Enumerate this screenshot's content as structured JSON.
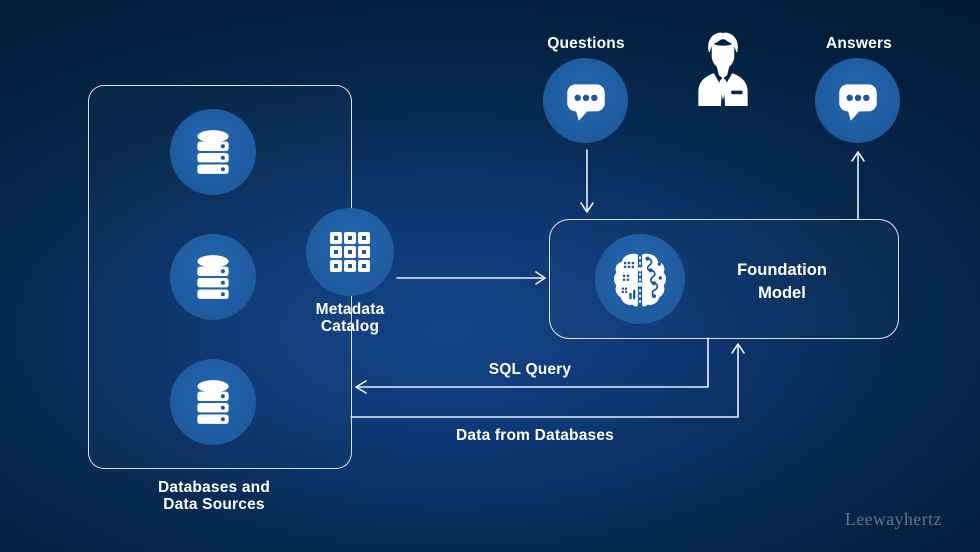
{
  "left_panel": {
    "label": "Databases and\nData Sources",
    "database_count": 3
  },
  "metadata_catalog": {
    "label": "Metadata\nCatalog"
  },
  "questions": {
    "label": "Questions"
  },
  "answers": {
    "label": "Answers"
  },
  "foundation_model": {
    "label": "Foundation\nModel"
  },
  "flows": {
    "catalog_to_model": "",
    "sql_query_label": "SQL Query",
    "data_from_databases_label": "Data from Databases"
  },
  "branding": {
    "logo_text": "Leewayhertz"
  },
  "icons": {
    "databases": "database-icon",
    "metadata_catalog": "grid-catalog-icon",
    "questions": "chat-bubble-icon",
    "answers": "chat-bubble-icon",
    "user": "businessman-icon",
    "foundation_model": "brain-icon"
  },
  "colors": {
    "node_blue": "#1e5b9f",
    "icon_detail_blue": "#1d579b",
    "background_center": "#144489",
    "background_edge": "#021834",
    "arrow": "#e9eef5",
    "text": "#ffffff",
    "logo_text": "#64748f"
  }
}
